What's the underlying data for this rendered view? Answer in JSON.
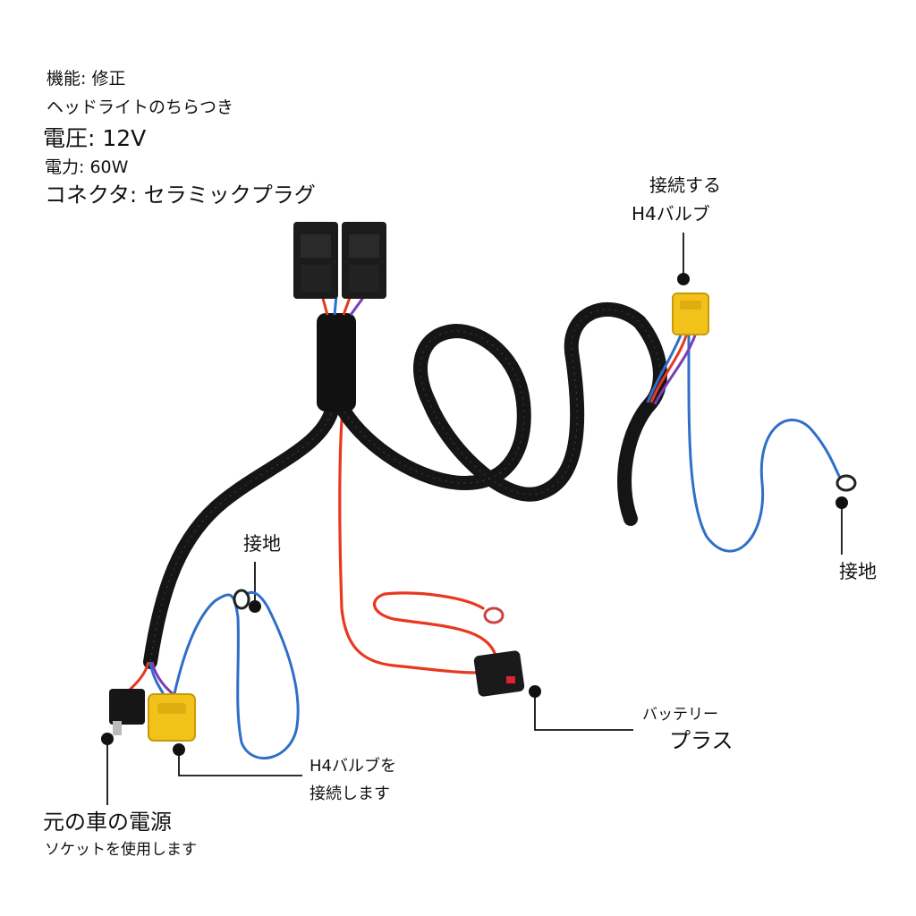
{
  "specs": {
    "function_line": "機能: 修正",
    "purpose_line": "ヘッドライトのちらつき",
    "voltage_line": "電圧: 12V",
    "power_line": "電力: 60W",
    "connector_line": "コネクタ: セラミックプラグ"
  },
  "callouts": {
    "h4_top_line1": "接続する",
    "h4_top_line2": "H4バルブ",
    "ground_right": "接地",
    "ground_left": "接地",
    "battery_line1": "バッテリー",
    "battery_line2": "プラス",
    "h4_bottom_line1": "H4バルブを",
    "h4_bottom_line2": "接続します",
    "source_line1": "元の車の電源",
    "source_line2": "ソケットを使用します"
  },
  "colors": {
    "harness_black": "#151515",
    "wire_red": "#e8381f",
    "wire_blue": "#2f6fc8",
    "connector_yellow": "#f2c21b"
  }
}
